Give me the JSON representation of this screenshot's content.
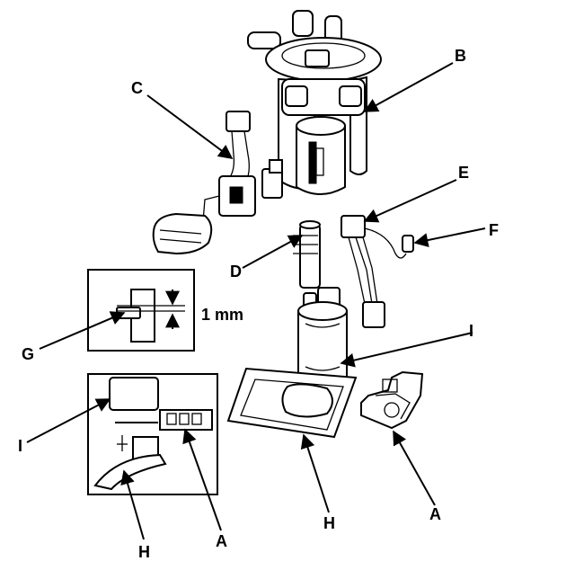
{
  "labels": {
    "a_right": "A",
    "a_inset": "A",
    "b": "B",
    "c": "C",
    "d": "D",
    "e": "E",
    "f": "F",
    "g": "G",
    "h_main": "H",
    "h_inset": "H",
    "i_main": "I",
    "i_inset": "I",
    "gap": "1 mm"
  }
}
